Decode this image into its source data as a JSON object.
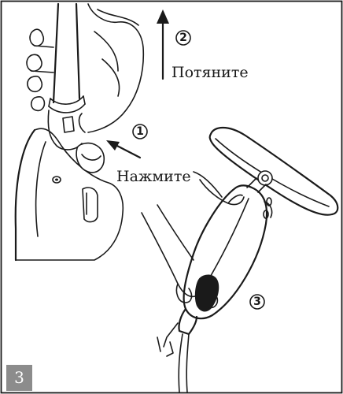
{
  "labels": {
    "pull": "Потяните",
    "press": "Нажмите"
  },
  "steps": {
    "one": "1",
    "two": "2",
    "three": "3"
  },
  "page_number": "3",
  "colors": {
    "ink": "#1a1a1a",
    "page_number_background": "#8c8c8c",
    "background": "#ffffff"
  }
}
